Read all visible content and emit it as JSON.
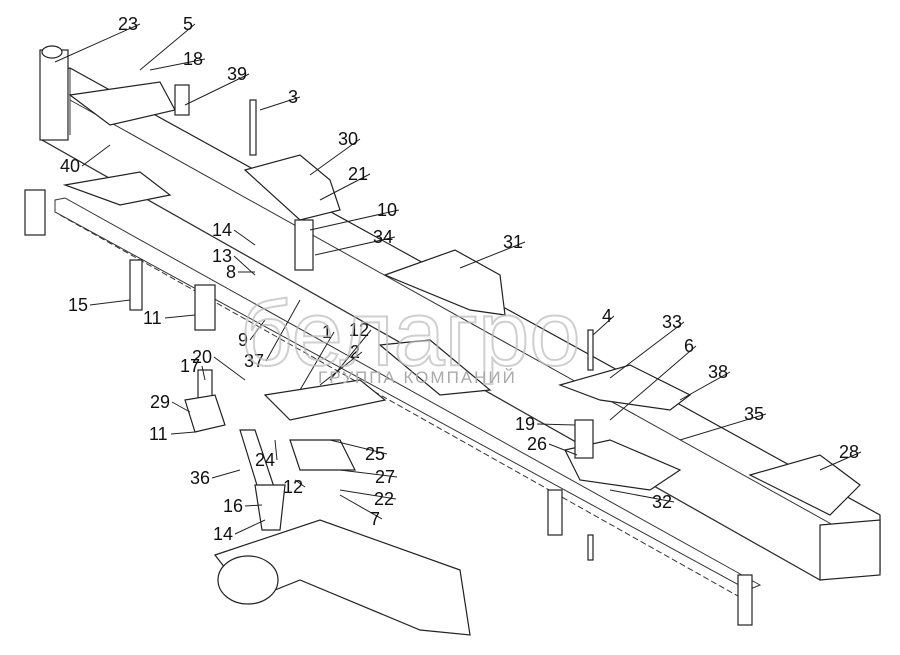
{
  "diagram": {
    "watermark": {
      "brand": "белагро",
      "subtitle": "ГРУППА КОМПАНИЙ"
    },
    "callouts": [
      "23",
      "5",
      "18",
      "39",
      "3",
      "30",
      "21",
      "40",
      "10",
      "14",
      "34",
      "31",
      "13",
      "8",
      "15",
      "11",
      "9",
      "1",
      "12",
      "2",
      "4",
      "33",
      "6",
      "20",
      "37",
      "17",
      "38",
      "29",
      "19",
      "26",
      "35",
      "11",
      "28",
      "25",
      "24",
      "36",
      "27",
      "12",
      "22",
      "32",
      "16",
      "7",
      "14"
    ]
  }
}
